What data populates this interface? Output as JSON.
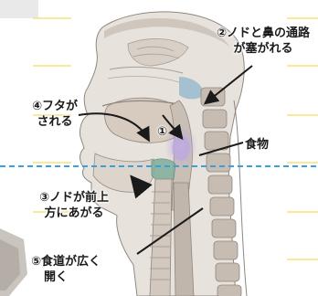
{
  "labels": {
    "nose_passage": {
      "line1": "②ノドと鼻の通路",
      "line2": "が塞がれる"
    },
    "lid": {
      "line1": "④フタが",
      "line2": "される"
    },
    "step1": "①",
    "food": "食物",
    "throat_up": {
      "line1": "③ノドが前上",
      "line2": "方にあがる"
    },
    "esophagus": {
      "line1": "⑤食道が広く",
      "line2": "開く"
    }
  },
  "colors": {
    "guide_line": "#f6e27a",
    "dashed_line": "#3aa0dc",
    "food_tint": "#b9a6de",
    "airway_tint": "#8fb4c9",
    "arrow": "#1a1a1a"
  }
}
